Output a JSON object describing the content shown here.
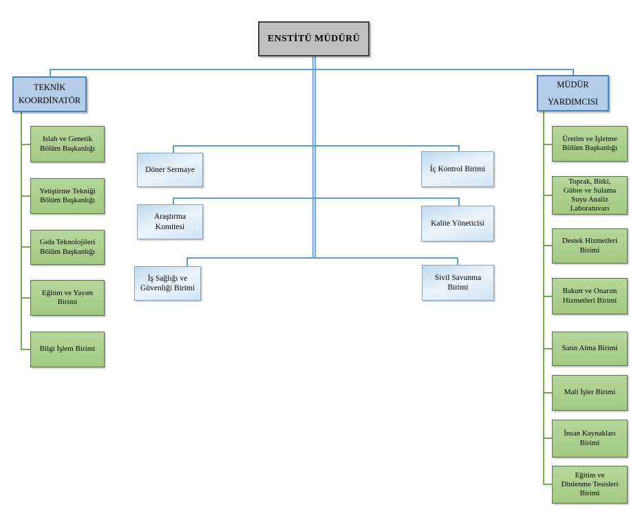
{
  "root": {
    "label": "ENSTİTÜ MÜDÜRÜ"
  },
  "left_branch": {
    "head": "TEKNİK\nKOORDİNATÖR",
    "units": [
      {
        "label": "Islah ve Genetik\nBölüm Başkanlığı"
      },
      {
        "label": "Yetiştirme Tekniği\nBölüm Başkanlığı"
      },
      {
        "label": "Gıda Teknolojileri\nBölüm Başkanlığı"
      },
      {
        "label": "Eğitim ve Yayım\nBirimi"
      },
      {
        "label": "Bilgi İşlem Birimi"
      }
    ]
  },
  "right_branch": {
    "head": "MÜDÜR\nYARDIMCISI",
    "units": [
      {
        "label": "Üretim ve İşletme\nBölüm Başkanlığı"
      },
      {
        "label": "Toprak, Bitki,\nGübre ve Sulama\nSuyu Analiz\nLaboratuvarı"
      },
      {
        "label": "Destek Hizmetleri\nBirimi"
      },
      {
        "label": "Bakım ve Onarım\nHizmetleri Birimi"
      },
      {
        "label": "Satın Alma Birimi"
      },
      {
        "label": "Mali İşler Birimi"
      },
      {
        "label": "İnsan Kaynakları\nBirimi"
      },
      {
        "label": "Eğitim ve\nDinlenme Tesisleri\nBirimi"
      }
    ]
  },
  "staff_units": {
    "left": [
      {
        "label": "Döner Sermaye"
      },
      {
        "label": "Araştırma\nKomitesi"
      },
      {
        "label": "İş Sağlığı ve\nGüvenliği Birimi"
      }
    ],
    "right": [
      {
        "label": "İç Kontrol Birimi"
      },
      {
        "label": "Kalite Yöneticisi"
      },
      {
        "label": "Sivil Savunma\nBirimi"
      }
    ]
  },
  "colors": {
    "connector_blue": "#5b9bd5",
    "connector_green": "#70ad47",
    "root_fill": "#bfbfbf",
    "root_border": "#3f3f3f",
    "header_fill": "#b5cde9",
    "header_border": "#4f81bd",
    "unit_fill": "#abd08e",
    "unit_border": "#5c7147",
    "staff_fill": "#d9e8f6"
  }
}
